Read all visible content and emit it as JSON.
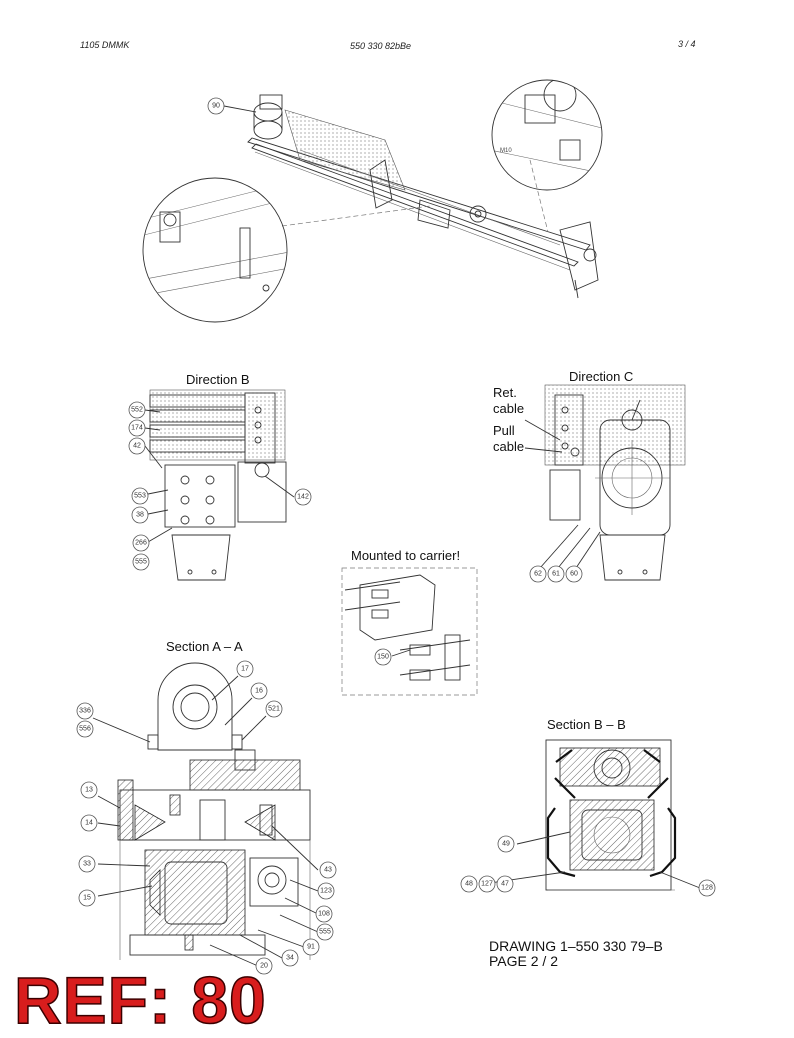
{
  "header": {
    "left": "1105 DMMK",
    "center": "550 330 82bBe",
    "right": "3 /   4"
  },
  "views": {
    "direction_b": "Direction B",
    "direction_c": "Direction C",
    "mounted": "Mounted to carrier!",
    "section_aa": "Section A – A",
    "section_bb": "Section B – B",
    "ret_cable": "Ret. cable",
    "pull_cable": "Pull cable"
  },
  "callouts": {
    "n90": "90",
    "n552": "552",
    "n174": "174",
    "n42": "42",
    "n553": "553",
    "n38": "38",
    "n266": "266",
    "n555": "555",
    "n142": "142",
    "n62": "62",
    "n61": "61",
    "n60": "60",
    "n150": "150",
    "n17": "17",
    "n16": "16",
    "n336": "336",
    "n556": "556",
    "n521": "521",
    "n13": "13",
    "n14": "14",
    "n33": "33",
    "n15": "15",
    "n43": "43",
    "n123": "123",
    "n108": "108",
    "n555b": "555",
    "n91": "91",
    "n34": "34",
    "n20": "20",
    "n49": "49",
    "n48": "48",
    "n127": "127",
    "n47": "47",
    "n128": "128"
  },
  "footer": {
    "drawing": "DRAWING 1–550 330 79–B",
    "page": "PAGE 2 / 2"
  },
  "stamp": "REF: 80"
}
